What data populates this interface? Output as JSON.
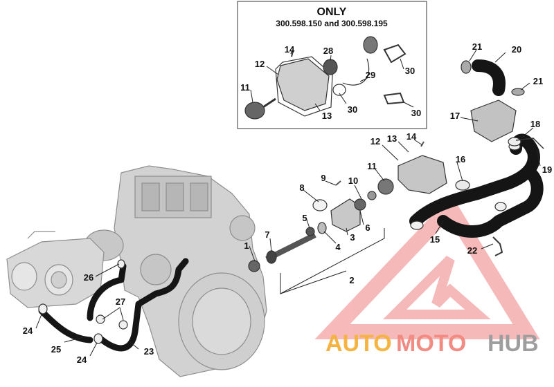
{
  "note": {
    "line1": "ONLY",
    "line2": "300.598.150 and 300.598.195"
  },
  "callouts": {
    "c1": "1",
    "c2": "2",
    "c4": "4",
    "c5": "5",
    "c6": "6",
    "c7": "7",
    "c8": "8",
    "c9": "9",
    "c10": "10",
    "c11": "11",
    "c11b": "11",
    "c12": "12",
    "c12b": "12",
    "c13": "13",
    "c13b": "13",
    "c14": "14",
    "c14b": "14",
    "c15": "15",
    "c16": "16",
    "c17": "17",
    "c18": "18",
    "c19": "19",
    "c20": "20",
    "c21a": "21",
    "c21b": "21",
    "c22": "22",
    "c23": "23",
    "c24a": "24",
    "c24b": "24",
    "c25": "25",
    "c26": "26",
    "c27": "27",
    "c28": "28",
    "c29": "29",
    "c30a": "30",
    "c30b": "30",
    "c30c": "30",
    "c3": "3"
  },
  "watermark": {
    "part1": "AUTO",
    "part2": "MOTO",
    "part3": "HUB",
    "color1": "#f5b342",
    "color2": "#f28b82",
    "color3": "#9e9e9e"
  },
  "colors": {
    "hose": "#151515",
    "engine": "#c9c9c9",
    "engine_line": "#8e8e8e",
    "triangle": "#f08080"
  }
}
